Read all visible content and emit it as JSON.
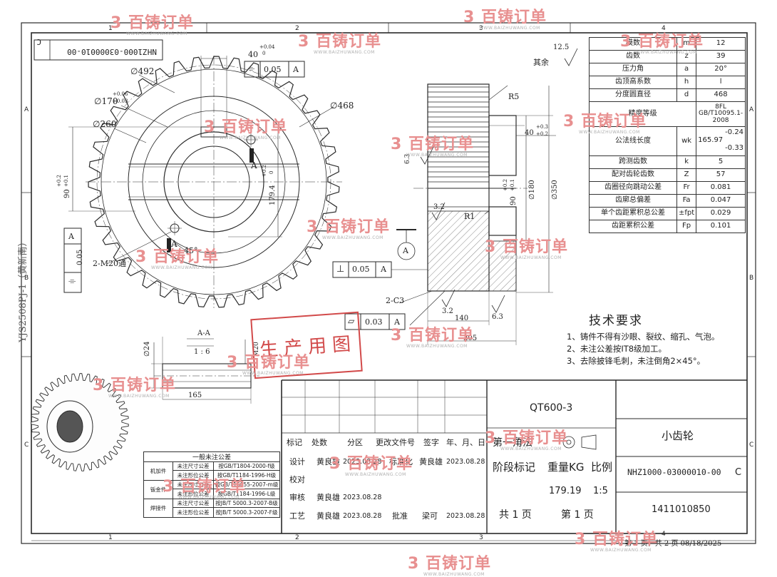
{
  "drawing": {
    "number_top_rotated": "NHZ1000-03000010-00",
    "corner_letter": "C",
    "side_vertical": "YJS2508PJ-1（黄新南）"
  },
  "frame": {
    "zones_top": [
      "1",
      "2",
      "3",
      "4"
    ],
    "zones_side": [
      "A",
      "B",
      "C"
    ]
  },
  "dims": {
    "d492": "∅492",
    "d468": "∅468",
    "d170": "∅170",
    "d170_tol_up": "+0.06",
    "d170_tol_dn": "+0.03",
    "d260": "∅260",
    "key_width": "40",
    "key_width_tol_up": "+0.04",
    "key_width_tol_dn": "0",
    "sym_tol_sym": "⌯",
    "sym_tol_val": "0.05",
    "sym_tol_datum": "A",
    "h90": "90",
    "h90_tol_up": "+0.2",
    "h90_tol_dn": "+0.1",
    "h179": "179.4",
    "h179_tol_up": "+0.2",
    "h179_tol_dn": "0",
    "datum_a": "A",
    "left_tol_val": "0.05",
    "left_tol_datum": "A",
    "angle45": "45°",
    "thread": "2-M20通",
    "roughness_other": "其余",
    "roughness_ra": "12.5",
    "r5": "R5",
    "r1": "R1",
    "hub40": "40",
    "hub40_tol_up": "+0.3",
    "hub40_tol_dn": "+0.2",
    "ra63_a": "6.3",
    "ra63_b": "6.3",
    "ra32_a": "3.2",
    "ra32_b": "3.2",
    "d180": "∅180",
    "d350": "∅350",
    "v90": "90",
    "v90_tol_up": "+0.2",
    "v90_tol_dn": "+0.1",
    "perp_sym": "⊥",
    "perp_val": "0.05",
    "perp_datum": "A",
    "chamfer": "2-C3",
    "flat_sym": "▱",
    "flat_val": "0.03",
    "flat_datum": "A",
    "len140": "140",
    "len205": "205",
    "aa_title": "A-A",
    "aa_scale": "1 : 6",
    "d24": "∅24",
    "m20": "M20",
    "len165": "165"
  },
  "params": {
    "rows": [
      {
        "name": "模数",
        "sym": "m",
        "val": "12"
      },
      {
        "name": "齿数",
        "sym": "z",
        "val": "39"
      },
      {
        "name": "压力角",
        "sym": "a",
        "val": "20°"
      },
      {
        "name": "齿顶高系数",
        "sym": "h",
        "val": "l"
      },
      {
        "name": "分度圆直径",
        "sym": "d",
        "val": "468"
      }
    ],
    "precision_label": "精度等级",
    "precision_val": "8FL GB/T10095.1-2008",
    "wk_label": "公法线长度",
    "wk_sym": "wk",
    "wk_base": "165.97",
    "wk_up": "-0.24",
    "wk_dn": "-0.33",
    "rows2": [
      {
        "name": "跨测齿数",
        "sym": "k",
        "val": "5"
      },
      {
        "name": "配对齿轮齿数",
        "sym": "Z",
        "val": "57"
      },
      {
        "name": "齿圈径向跳动公差",
        "sym": "Fr",
        "val": "0.081"
      },
      {
        "name": "齿廓总偏差",
        "sym": "Fa",
        "val": "0.047"
      },
      {
        "name": "单个齿距累积总公差",
        "sym": "±fpt",
        "val": "0.029"
      },
      {
        "name": "齿距累积公差",
        "sym": "Fp",
        "val": "0.101"
      }
    ]
  },
  "tech": {
    "title": "技术要求",
    "items": [
      "1、铸件不得有沙眼、裂纹、缩孔、气泡。",
      "2、未注公差按IT8级加工。",
      "3、去除披锋毛刺，未注倒角2×45°。"
    ]
  },
  "stamp": "生产用图",
  "general_tol": {
    "title": "一般未注公差",
    "groups": [
      {
        "group": "机加件",
        "rows": [
          {
            "label": "未注尺寸公差",
            "std": "按GB/T1804-2000-f级"
          },
          {
            "label": "未注形位公差",
            "std": "按GB/T1184-1996-H级"
          }
        ]
      },
      {
        "group": "钣金件",
        "rows": [
          {
            "label": "未注尺寸公差",
            "std": "按GB/T15055-2007-m级"
          },
          {
            "label": "未注形位公差",
            "std": "按GB/T1184-1996-L级"
          }
        ]
      },
      {
        "group": "焊接件",
        "rows": [
          {
            "label": "未注尺寸公差",
            "std": "按JB/T 5000.3-2007-B级"
          },
          {
            "label": "未注形位公差",
            "std": "按JB/T 5000.3-2007-F级"
          }
        ]
      }
    ]
  },
  "title_block": {
    "material": "QT600-3",
    "part_name": "小齿轮",
    "projection": "第一角法",
    "hdr": [
      "标记",
      "处数",
      "分区",
      "更改文件号",
      "签字",
      "年、月、日"
    ],
    "design_label": "设计",
    "design_name": "黄良雄",
    "design_date": "2023.08.28",
    "std_label": "标准化",
    "std_name": "黄良雄",
    "std_date": "2023.08.28",
    "check_label": "校对",
    "review_label": "审核",
    "review_name": "黄良雄",
    "review_date": "2023.08.28",
    "process_label": "工艺",
    "process_name": "黄良雄",
    "process_date": "2023.08.28",
    "approve_label": "批准",
    "approve_name": "梁可",
    "approve_date": "2023.08.28",
    "stage_label": "阶段标记",
    "weight_label": "重量KG",
    "scale_label": "比例",
    "weight": "179.19",
    "scale": "1:5",
    "pages_total": "共 1 页",
    "page_no": "第 1 页",
    "drawing_no": "NHZ1000-03000010-00",
    "rev": "C",
    "code": "1411010850"
  },
  "footer": "第 1 页，共 2 页 08/18/2025",
  "watermark": {
    "logo": "百铸订单",
    "url": "WWW.BAIZHUWANG.COM"
  },
  "colors": {
    "line": "#2a2a2a",
    "stamp": "#d24a4a",
    "watermark": "#e89090"
  }
}
